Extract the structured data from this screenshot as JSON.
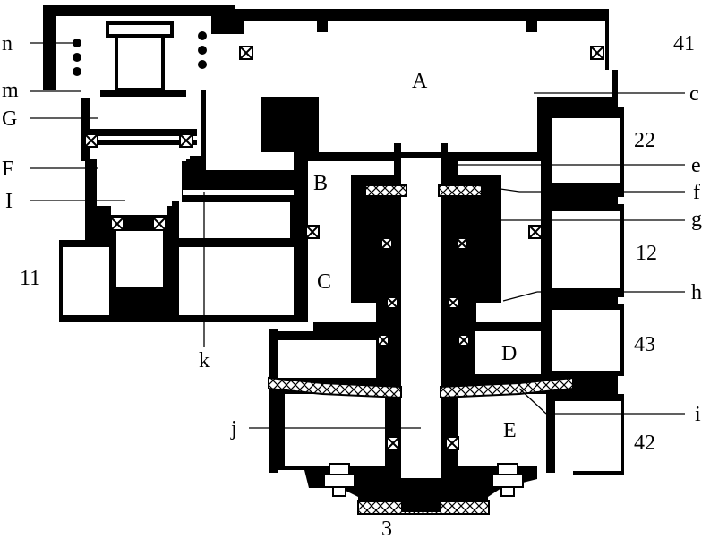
{
  "labels": {
    "n": "n",
    "m": "m",
    "G": "G",
    "F": "F",
    "I": "I",
    "eleven": "11",
    "k": "k",
    "A": "A",
    "B": "B",
    "C": "C",
    "D": "D",
    "E": "E",
    "j": "j",
    "three": "3",
    "p41": "41",
    "c": "c",
    "p22": "22",
    "e": "e",
    "f": "f",
    "g": "g",
    "p12": "12",
    "h": "h",
    "p43": "43",
    "i": "i",
    "p42": "42"
  },
  "colors": {
    "ink": "#000000",
    "paper": "#ffffff"
  }
}
